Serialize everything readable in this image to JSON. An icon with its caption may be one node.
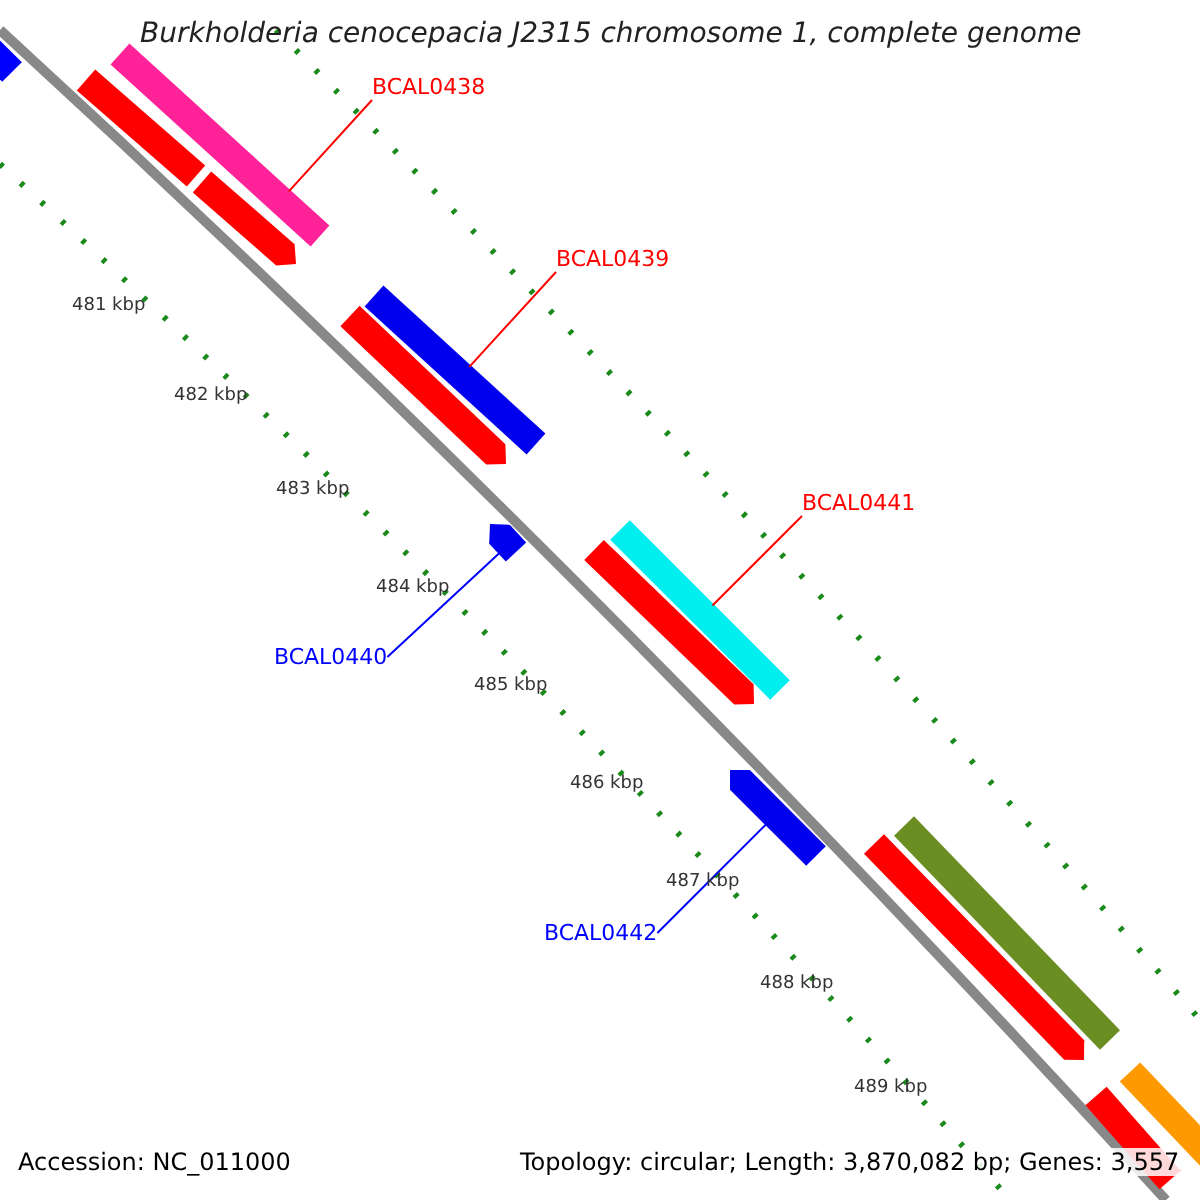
{
  "diagram": {
    "title": "Burkholderia cenocepacia J2315 chromosome 1, complete genome",
    "nodes": [
      {
        "text": [
          "BCAL0438"
        ]
      },
      {
        "text": [
          "BCAL0439"
        ]
      },
      {
        "text": [
          "BCAL0441"
        ]
      },
      {
        "text": [
          "BCAL0440"
        ]
      },
      {
        "text": [
          "BCAL0442"
        ]
      },
      {
        "text": [],
        "shape": "bar"
      },
      {
        "text": [],
        "shape": "bar"
      },
      {
        "text": [],
        "shape": "bar"
      },
      {
        "text": [],
        "shape": "bar"
      },
      {
        "text": [],
        "shape": "bar"
      },
      {
        "text": [],
        "shape": "bar"
      },
      {
        "text": [],
        "shape": "bar"
      },
      {
        "text": [],
        "shape": "bar"
      },
      {
        "text": [],
        "shape": "bar"
      },
      {
        "text": [],
        "shape": "bar"
      },
      {
        "text": [],
        "shape": "bar"
      },
      {
        "text": [],
        "shape": "bar"
      },
      {
        "text": [],
        "shape": "bar"
      },
      {
        "text": [],
        "shape": "bar"
      }
    ],
    "edges": [
      {
        "from": 0,
        "to": 6,
        "arrow": "none"
      },
      {
        "from": 1,
        "to": 9,
        "arrow": "none"
      },
      {
        "from": 2,
        "to": 12,
        "arrow": "none"
      },
      {
        "from": 3,
        "to": 11,
        "arrow": "none",
        "color": "#0000ff"
      },
      {
        "from": 4,
        "to": 14,
        "arrow": "none",
        "color": "#0000ff"
      }
    ],
    "labels": [
      "481 kbp",
      "482 kbp",
      "483 kbp",
      "484 kbp",
      "485 kbp",
      "486 kbp",
      "487 kbp",
      "488 kbp",
      "489 kbp",
      "Accession: NC_011000",
      "Topology: circular; Length: 3,870,082 bp; Genes: 3,557"
    ]
  }
}
